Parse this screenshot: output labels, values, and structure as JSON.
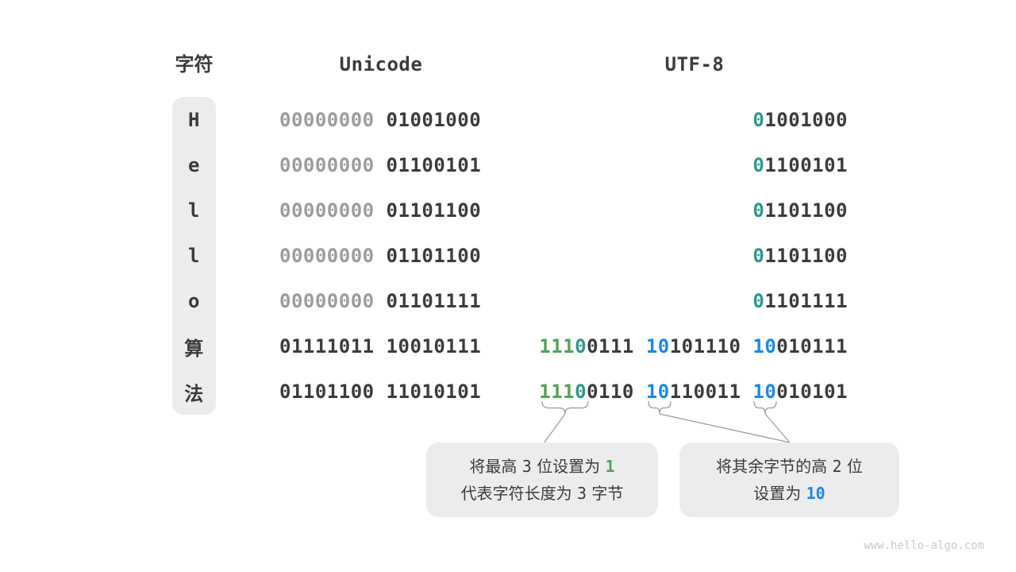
{
  "header": {
    "char": "字符",
    "unicode": "Unicode",
    "utf8": "UTF-8"
  },
  "rows": [
    {
      "char": "H",
      "unicode": [
        {
          "t": "00000000 ",
          "c": "gray"
        },
        {
          "t": "01001000",
          "c": "dark"
        }
      ],
      "utf8": [
        {
          "t": "0",
          "c": "teal"
        },
        {
          "t": "1001000",
          "c": "dark"
        }
      ]
    },
    {
      "char": "e",
      "unicode": [
        {
          "t": "00000000 ",
          "c": "gray"
        },
        {
          "t": "01100101",
          "c": "dark"
        }
      ],
      "utf8": [
        {
          "t": "0",
          "c": "teal"
        },
        {
          "t": "1100101",
          "c": "dark"
        }
      ]
    },
    {
      "char": "l",
      "unicode": [
        {
          "t": "00000000 ",
          "c": "gray"
        },
        {
          "t": "01101100",
          "c": "dark"
        }
      ],
      "utf8": [
        {
          "t": "0",
          "c": "teal"
        },
        {
          "t": "1101100",
          "c": "dark"
        }
      ]
    },
    {
      "char": "l",
      "unicode": [
        {
          "t": "00000000 ",
          "c": "gray"
        },
        {
          "t": "01101100",
          "c": "dark"
        }
      ],
      "utf8": [
        {
          "t": "0",
          "c": "teal"
        },
        {
          "t": "1101100",
          "c": "dark"
        }
      ]
    },
    {
      "char": "o",
      "unicode": [
        {
          "t": "00000000 ",
          "c": "gray"
        },
        {
          "t": "01101111",
          "c": "dark"
        }
      ],
      "utf8": [
        {
          "t": "0",
          "c": "teal"
        },
        {
          "t": "1101111",
          "c": "dark"
        }
      ]
    },
    {
      "char": "算",
      "unicode": [
        {
          "t": "01111011 10010111",
          "c": "dark"
        }
      ],
      "utf8": [
        {
          "t": "111",
          "c": "green"
        },
        {
          "t": "0",
          "c": "teal"
        },
        {
          "t": "0111 ",
          "c": "dark"
        },
        {
          "t": "10",
          "c": "blue"
        },
        {
          "t": "101110 ",
          "c": "dark"
        },
        {
          "t": "10",
          "c": "blue"
        },
        {
          "t": "010111",
          "c": "dark"
        }
      ]
    },
    {
      "char": "法",
      "unicode": [
        {
          "t": "01101100 11010101",
          "c": "dark"
        }
      ],
      "utf8": [
        {
          "t": "111",
          "c": "green"
        },
        {
          "t": "0",
          "c": "teal"
        },
        {
          "t": "0110 ",
          "c": "dark"
        },
        {
          "t": "10",
          "c": "blue"
        },
        {
          "t": "110011 ",
          "c": "dark"
        },
        {
          "t": "10",
          "c": "blue"
        },
        {
          "t": "010101",
          "c": "dark"
        }
      ]
    }
  ],
  "callouts": [
    {
      "id": "high-bits",
      "lines": [
        [
          {
            "t": "将最高 "
          },
          {
            "t": "3",
            "c": "num"
          },
          {
            "t": " 位设置为 "
          },
          {
            "t": "1",
            "c": "green-bold"
          }
        ],
        [
          {
            "t": "代表字符长度为 "
          },
          {
            "t": "3",
            "c": "num"
          },
          {
            "t": " 字节"
          }
        ]
      ]
    },
    {
      "id": "continuation-bits",
      "lines": [
        [
          {
            "t": "将其余字节的高 "
          },
          {
            "t": "2",
            "c": "num"
          },
          {
            "t": " 位"
          }
        ],
        [
          {
            "t": "设置为 "
          },
          {
            "t": "10",
            "c": "blue-bold"
          }
        ]
      ]
    }
  ],
  "watermark": "www.hello-algo.com",
  "colors": {
    "dark": "#3b3b3b",
    "gray": "#9c9c9c",
    "teal": "#2e968c",
    "green": "#54a05a",
    "blue": "#1d88e5",
    "panel_bg": "#ececec",
    "connector": "#999999",
    "watermark": "#c9c9c9"
  }
}
